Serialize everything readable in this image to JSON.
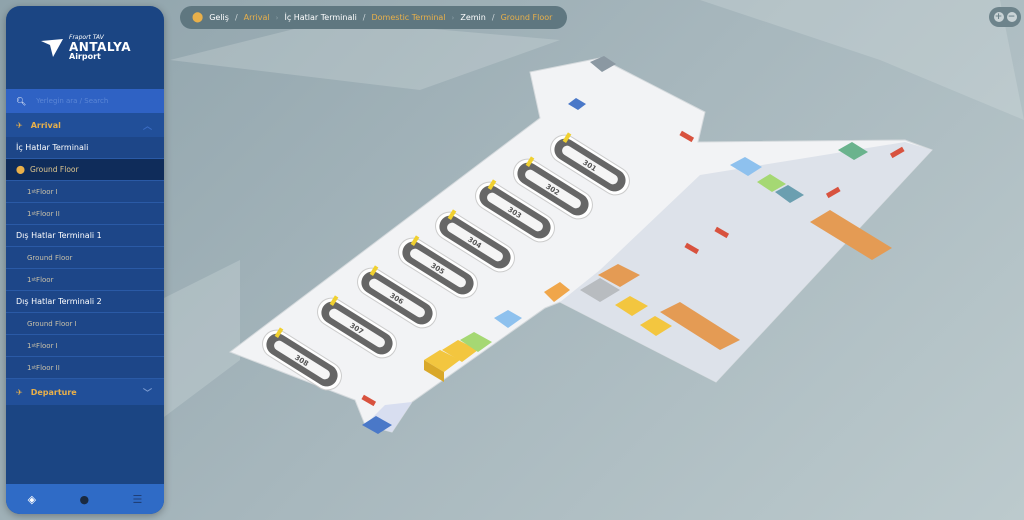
{
  "logo": {
    "brand": "Fraport TAV",
    "name": "ANTALYA",
    "sub": "Airport"
  },
  "search": {
    "placeholder": "Yerlegin ara / Search"
  },
  "sidebar": {
    "arrival": "Arrival",
    "departure": "Departure",
    "items": [
      {
        "label": "İç Hatlar Terminali",
        "type": "term"
      },
      {
        "label": "Ground Floor",
        "type": "active"
      },
      {
        "label": "Floor I",
        "sup": "st",
        "num": "1",
        "type": "floor"
      },
      {
        "label": "Floor II",
        "sup": "st",
        "num": "1",
        "type": "floor"
      },
      {
        "label": "Dış Hatlar Terminali 1",
        "type": "term"
      },
      {
        "label": "Ground Floor",
        "type": "floor"
      },
      {
        "label": "Floor",
        "sup": "st",
        "num": "1",
        "type": "floor"
      },
      {
        "label": "Dış Hatlar Terminali 2",
        "type": "term"
      },
      {
        "label": "Ground Floor I",
        "type": "floor"
      },
      {
        "label": "Floor I",
        "sup": "st",
        "num": "1",
        "type": "floor"
      },
      {
        "label": "Floor II",
        "sup": "st",
        "num": "1",
        "type": "floor"
      }
    ],
    "bottom_icons": [
      "layers-icon",
      "info-icon",
      "sliders-icon"
    ]
  },
  "breadcrumb": {
    "p1": "Geliş",
    "p1en": "Arrival",
    "p2": "İç Hatlar Terminali",
    "p2en": "Domestic Terminal",
    "p3": "Zemin",
    "p3en": "Ground Floor"
  },
  "carousels": [
    "301",
    "302",
    "303",
    "304",
    "305",
    "306",
    "307",
    "308"
  ],
  "colors": {
    "sidebar": "#1b4583",
    "accent": "#e9b04a",
    "search": "#2f62c4"
  }
}
